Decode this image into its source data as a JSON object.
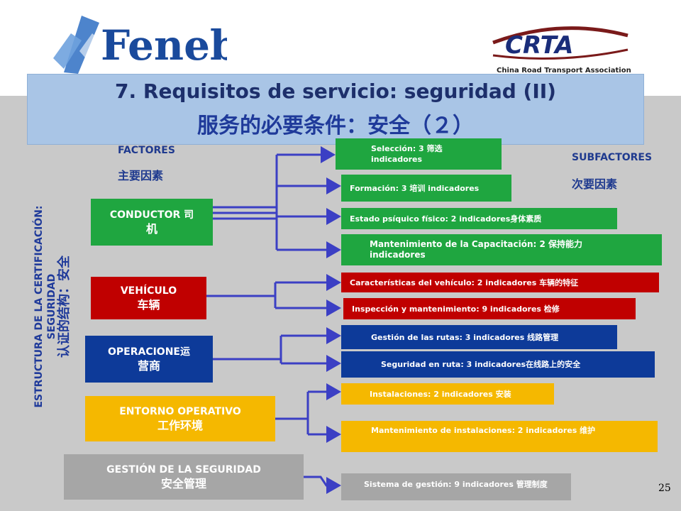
{
  "title": {
    "line1": "7. Requisitos de servicio: seguridad (II)",
    "line2": "服务的必要条件：安全（２）"
  },
  "logos": {
    "left_text": "Fenebús",
    "right_text": "CRTA",
    "right_sub": "China Road Transport Association"
  },
  "labels": {
    "factores": "FACTORES",
    "factores_zh": "主要因素",
    "subfactores": "SUBFACTORES",
    "subfactores_zh": "次要因素"
  },
  "vertical_label": {
    "line1": "ESTRUCTURA DE LA CERTIFICACIÓN:",
    "line2": "SEGURIDAD",
    "line3": "认证的结构：安全"
  },
  "factors": [
    {
      "label": "CONDUCTOR 司",
      "label2": "机",
      "color": "#1fa640"
    },
    {
      "label": "VEHÍCULO",
      "label2": "车辆",
      "color": "#c00000"
    },
    {
      "label": "OPERACIONE运",
      "label2": "营商",
      "color": "#0d3a99"
    },
    {
      "label": "ENTORNO OPERATIVO",
      "label2": "工作环境",
      "color": "#f5b800"
    },
    {
      "label": "GESTIÓN DE  LA SEGURIDAD",
      "label2": "安全管理",
      "color": "#a6a6a6"
    }
  ],
  "subfactors": [
    {
      "text": "Selección: 3   筛选 indicadores"
    },
    {
      "text": "Formación: 3  培训 indicadores"
    },
    {
      "text": "Estado psíquico físico: 2 indicadores身体素质"
    },
    {
      "text": "Mantenimiento de la Capacitación: 2 保持能力 indicadores"
    },
    {
      "text": "Características del vehículo: 2 indicadores 车辆的特征"
    },
    {
      "text": "Inspección y mantenimiento: 9 indicadores 检修"
    },
    {
      "text": "Gestión de las rutas: 3 indicadores  线路管理"
    },
    {
      "text": "Seguridad en ruta: 3 indicadores在线路上的安全"
    },
    {
      "text": "Instalaciones: 2 indicadores 安装"
    },
    {
      "text": "Mantenimiento de instalaciones: 2 indicadores 维护"
    },
    {
      "text": "Sistema de gestión: 9 indicadores 管理制度"
    }
  ],
  "page_number": "25",
  "colors": {
    "arrow": "#3b3fc4",
    "title_band": "#a9c5e6",
    "background": "#c9c9c9"
  }
}
